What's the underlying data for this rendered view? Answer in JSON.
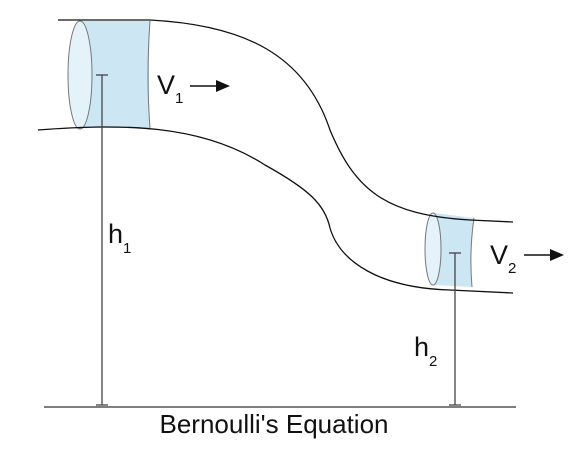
{
  "caption": "Bernoulli's Equation",
  "labels": {
    "v1": {
      "main": "V",
      "sub": "1"
    },
    "v2": {
      "main": "V",
      "sub": "2"
    },
    "h1": {
      "main": "h",
      "sub": "1"
    },
    "h2": {
      "main": "h",
      "sub": "2"
    }
  },
  "colors": {
    "fluid": "#cde6f4",
    "outline": "#111111",
    "edge": "#777777"
  }
}
